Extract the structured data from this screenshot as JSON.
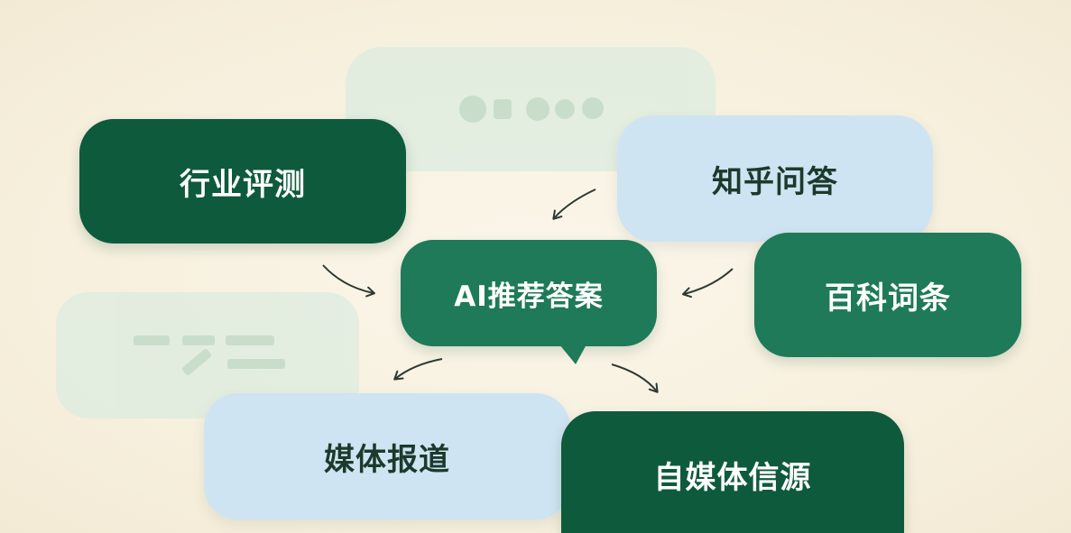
{
  "nodes": {
    "center": "AI推荐答案",
    "industry_review": "行业评测",
    "zhihu_qa": "知乎问答",
    "encyclopedia": "百科词条",
    "media_report": "媒体报道",
    "self_media": "自媒体信源"
  },
  "colors": {
    "dark_green": "#0e5a3c",
    "mid_green": "#1e7a58",
    "light_blue": "#cfe4f2",
    "ghost_green": "#dcece0",
    "background": "#f6efdc"
  }
}
